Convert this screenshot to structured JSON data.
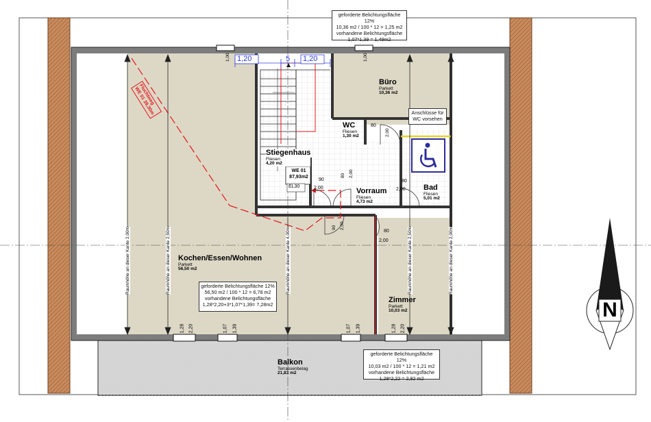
{
  "rooms": {
    "kitchen": {
      "name": "Kochen/Essen/Wohnen",
      "floor": "Parkett",
      "area": "56,50 m2"
    },
    "office": {
      "name": "Büro",
      "floor": "Parkett",
      "area": "10,36 m2"
    },
    "wc": {
      "name": "WC",
      "floor": "Fliesen",
      "area": "1,30 m2"
    },
    "stair": {
      "name": "Stiegenhaus",
      "floor": "Fliesen",
      "area": "4,20 m2"
    },
    "hall": {
      "name": "Vorraum",
      "floor": "Fliesen",
      "area": "4,73 m2"
    },
    "bath": {
      "name": "Bad",
      "floor": "Fliesen",
      "area": "5,01 m2"
    },
    "room": {
      "name": "Zimmer",
      "floor": "Parkett",
      "area": "10,03 m2"
    },
    "balcony": {
      "name": "Balkon",
      "floor": "Terrassenbelag",
      "area": "21,83 m2"
    }
  },
  "unit": {
    "label": "WE 01",
    "area": "87,93m2",
    "code": "EL30"
  },
  "escape_route": {
    "line1": "Fluchtweg",
    "line2": "WE 01 39,30m"
  },
  "notes": {
    "office": [
      "geforderte Belichtungsfläche 12%",
      "10,36 m2 / 100 * 12 = 1,25 m2",
      "vorhandene Belichtungsfläche",
      "1,07*1,39 = 1,49m2"
    ],
    "kitchen": [
      "geforderte Belichtungsfläche 12%",
      "56,50 m2 / 100 * 12 = 6,78 m2",
      "vorhandene Belichtungsfläche",
      "1,28*2,20+3*1,07*1,39= 7,28m2"
    ],
    "room": [
      "geforderte Belichtungsfläche 12%",
      "10,03 m2 / 100 * 12 = 1,21 m2",
      "vorhandene Belichtungsfläche",
      "1,28*2,22 = 2,82 m2"
    ],
    "wc_hint": [
      "Anschlüsse für",
      "WC vorsehen"
    ]
  },
  "ceiling_labels": {
    "k1": "Raumhöhe an dieser Kante 2,00m",
    "k2": "Raumhöhe an dieser Kante 2,50m",
    "k3": "Raumhöhe an dieser Kante 4,00m",
    "z1": "Raumhöhe an dieser Kante 2,50m",
    "z2": "Raumhöhe an dieser Kante 2,00m"
  },
  "dims": {
    "w_top1": "1,00",
    "w_top2": "1,00",
    "blue1": "1,20",
    "blue_mid": "5",
    "blue2": "1,20",
    "d_wc_w": "80",
    "d_wc_h": "2,00",
    "d_st_w": "90",
    "d_st_h": "2,00",
    "d_hall_w": "80",
    "d_hall_h": "2,00",
    "d_bad_w": "80",
    "d_bad_h": "2,00",
    "d_k_w": "90",
    "d_k_h": "2,00",
    "d_z_w": "80",
    "d_z_h": "2,00",
    "wb1_w": "1,28",
    "wb1_h": "2,20",
    "wb2_w": "1,07",
    "wb2_h": "1,39",
    "wb3_w": "1,07",
    "wb3_h": "1,39",
    "wb4_w": "1,28",
    "wb4_h": "2,20"
  },
  "compass": {
    "label": "N"
  },
  "colors": {
    "room_fill": "#ddd8c6",
    "wall": "#333333",
    "brick": "#c98a5c",
    "escape": "#e4161b",
    "dimension_blue": "#2b3bdc",
    "accessible_sign": "#2c2c9c"
  }
}
